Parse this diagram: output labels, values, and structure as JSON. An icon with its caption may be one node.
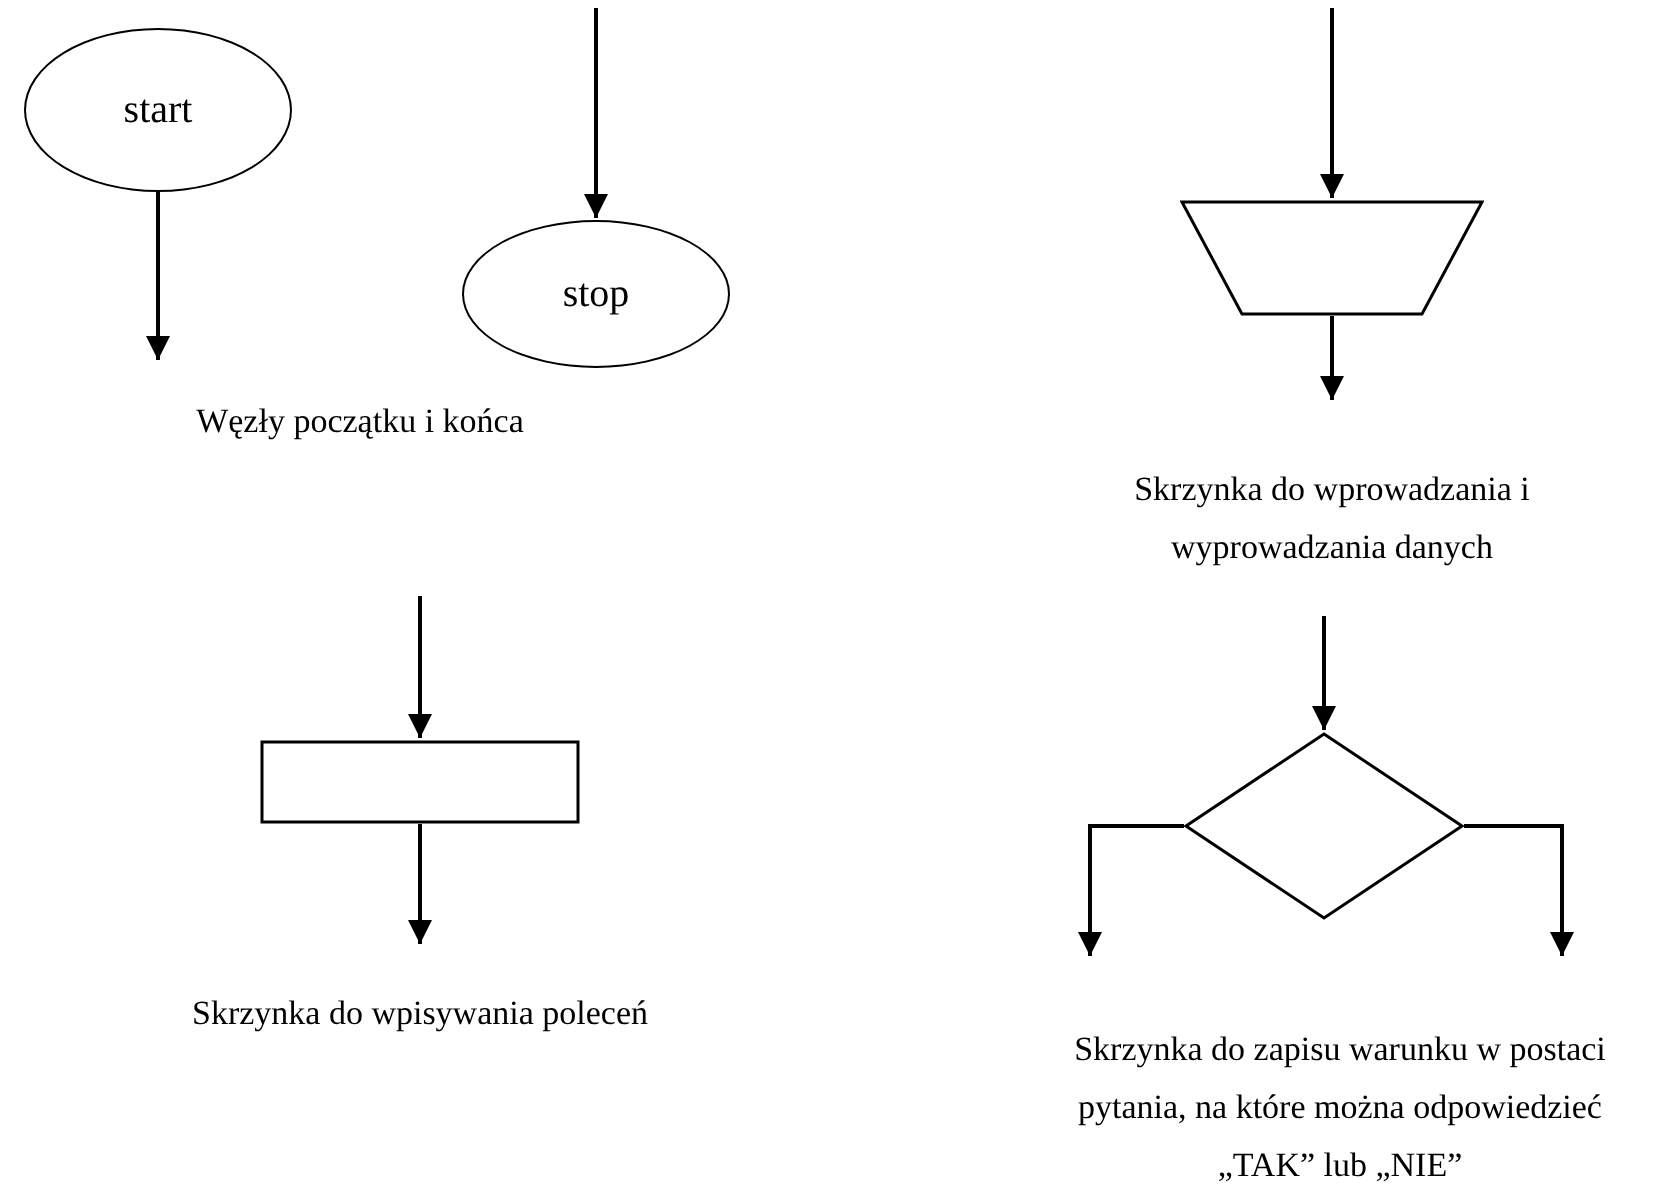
{
  "diagram": {
    "nodes": [
      {
        "text": [
          "start"
        ]
      },
      {
        "text": [
          "stop"
        ]
      },
      {
        "text": [],
        "shape": "trapezium"
      },
      {
        "text": [],
        "shape": "box"
      },
      {
        "text": [],
        "shape": "diamond"
      }
    ],
    "edges": [
      {
        "from": 0,
        "to": null,
        "arrow": "to"
      },
      {
        "from": null,
        "to": 1,
        "arrow": "to"
      },
      {
        "from": null,
        "to": 2,
        "arrow": "to"
      },
      {
        "from": 2,
        "to": null,
        "arrow": "to"
      },
      {
        "from": null,
        "to": 3,
        "arrow": "to"
      },
      {
        "from": 3,
        "to": null,
        "arrow": "to"
      },
      {
        "from": null,
        "to": 4,
        "arrow": "to"
      },
      {
        "from": 4,
        "to": null,
        "arrow": "to"
      },
      {
        "from": 4,
        "to": null,
        "arrow": "to"
      }
    ],
    "labels": [
      "Węzły początku i końca",
      "Skrzynka do wprowadzania i wyprowadzania danych",
      "Skrzynka do wpisywania poleceń",
      "Skrzynka do zapisu warunku w postaci pytania, na które można odpowiedzieć „TAK” lub „NIE”"
    ]
  }
}
